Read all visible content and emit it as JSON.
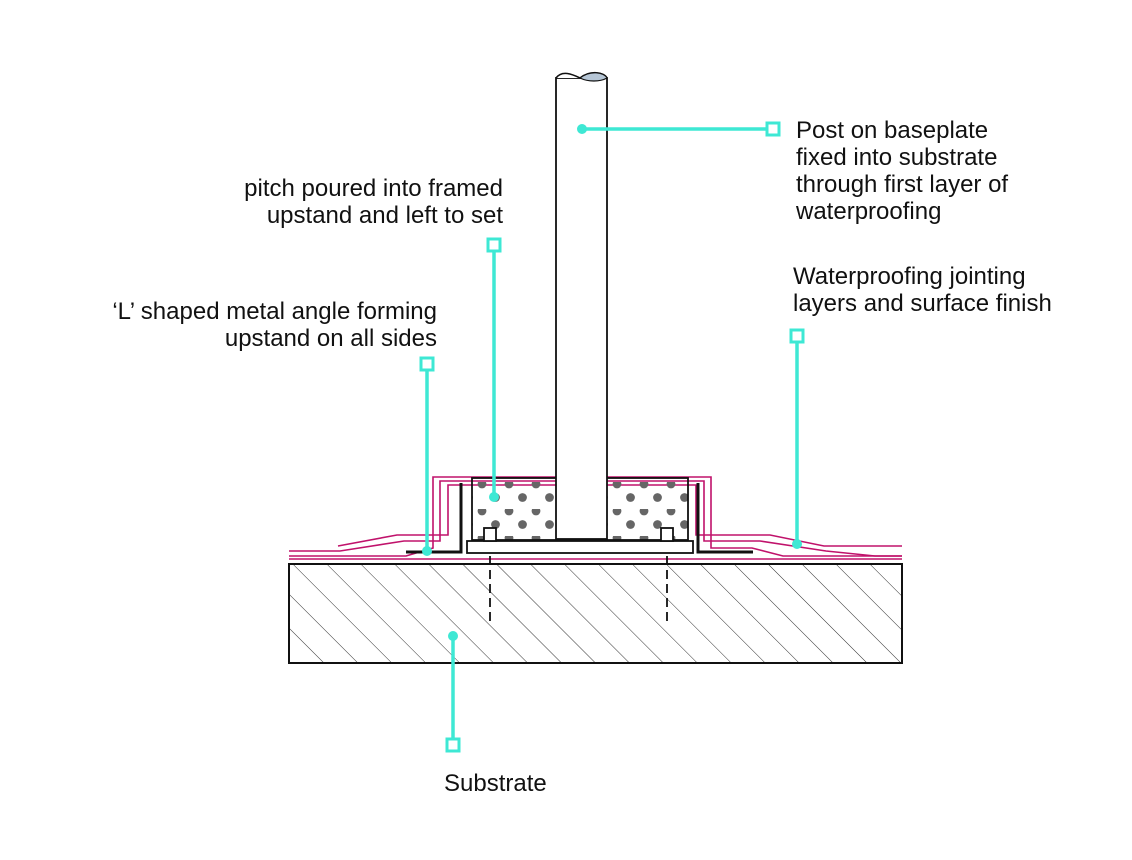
{
  "colors": {
    "callout": "#3ee8d4",
    "waterproofing": "#c0126b",
    "ink": "#111111",
    "pitch_dots": "#666666"
  },
  "labels": {
    "post": [
      "Post on baseplate",
      "fixed into substrate",
      "through first layer of",
      "waterproofing"
    ],
    "pitch": [
      "pitch poured into framed",
      "upstand and left to set"
    ],
    "waterproofing": [
      "Waterproofing jointing",
      "layers and surface finish"
    ],
    "angle": [
      "‘L’ shaped metal angle forming",
      "upstand on all sides"
    ],
    "substrate": [
      "Substrate"
    ]
  }
}
